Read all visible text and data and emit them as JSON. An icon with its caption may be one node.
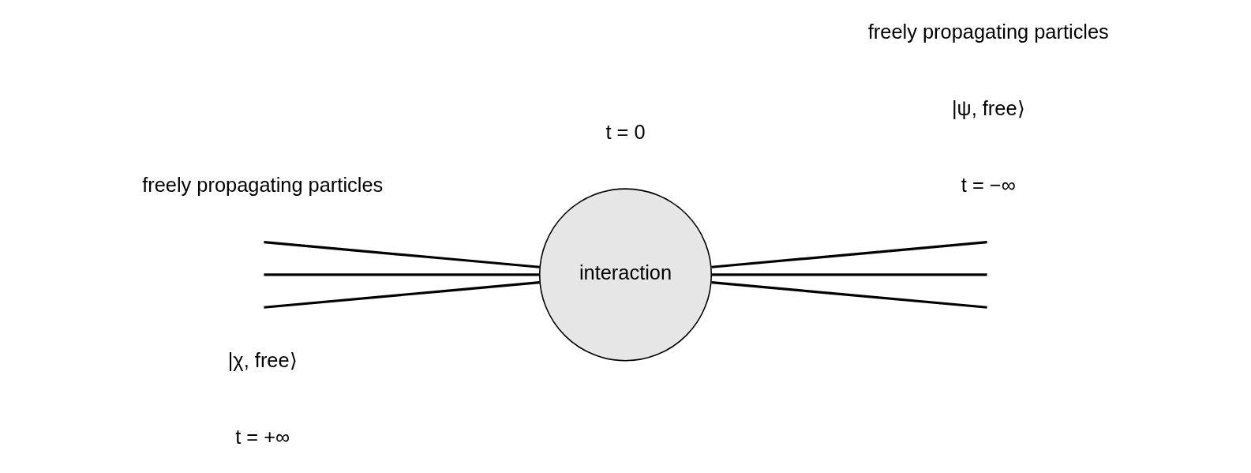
{
  "diagram": {
    "nodes": [
      {
        "text": [
          "freely propagating particles"
        ]
      },
      {
        "text": [
          "interaction"
        ]
      },
      {
        "text": [
          "freely propagating particles"
        ]
      }
    ],
    "edges": [
      {
        "from": 1,
        "to": null,
        "arrow": "none"
      },
      {
        "from": 1,
        "to": null,
        "arrow": "none"
      },
      {
        "from": 1,
        "to": null,
        "arrow": "none"
      },
      {
        "from": null,
        "to": 1,
        "arrow": "none"
      },
      {
        "from": null,
        "to": 1,
        "arrow": "none"
      },
      {
        "from": null,
        "to": 1,
        "arrow": "none"
      }
    ],
    "labels": [
      "|χ, free⟩",
      "|ψ, free⟩",
      "t = +∞",
      "t = 0",
      "t = −∞"
    ]
  }
}
